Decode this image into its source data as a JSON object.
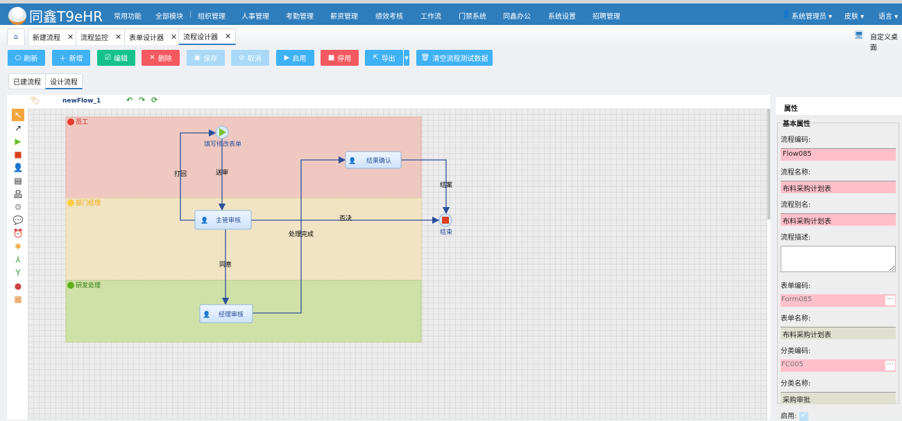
{
  "header": {
    "brand": "同鑫T9eHR",
    "nav": [
      "常用功能",
      "全部模块",
      "组织管理",
      "人事管理",
      "考勤管理",
      "薪资管理",
      "绩效考核",
      "工作流",
      "门禁系统",
      "同鑫办公",
      "系统设置",
      "招聘管理"
    ],
    "user": "系统管理员 ▾",
    "skin": "皮肤 ▾",
    "lang": "语言 ▾",
    "color": "#2e7dbd"
  },
  "tabs": {
    "items": [
      "新建流程",
      "流程监控",
      "表单设计器",
      "流程设计器"
    ],
    "active": "流程设计器",
    "custom_desktop": "自定义桌面"
  },
  "toolbar": {
    "refresh": "刷新",
    "add": "新增",
    "edit": "编辑",
    "delete": "删除",
    "save": "保存",
    "cancel": "取消",
    "enable": "启用",
    "disable": "停用",
    "export": "导出",
    "clear": "清空流程测试数据"
  },
  "subtabs": [
    "已建流程",
    "设计流程"
  ],
  "designer": {
    "flow_name": "newFlow_1",
    "lanes": [
      {
        "name": "员工",
        "color": "#efc5bd"
      },
      {
        "name": "部门经理",
        "color": "#f2e3c0"
      },
      {
        "name": "研发处理",
        "color": "#cde0a0"
      }
    ],
    "nodes": {
      "start": "填写修改表单",
      "supervisor": "主管审核",
      "confirm": "结果确认",
      "manager": "经理审核",
      "end": "结束"
    },
    "edges": {
      "submit": "送审",
      "reject_back": "打回",
      "deny": "否决",
      "agree": "同意",
      "done": "处理完成",
      "close": "结案"
    }
  },
  "properties": {
    "title": "属性",
    "group": "基本属性",
    "flow_code_label": "流程编码:",
    "flow_code": "Flow085",
    "flow_name_label": "流程名称:",
    "flow_name": "布料采购计划表",
    "flow_alias_label": "流程别名:",
    "flow_alias": "布料采购计划表",
    "flow_desc_label": "流程描述:",
    "flow_desc": "",
    "form_code_label": "表单编码:",
    "form_code": "Form085",
    "form_name_label": "表单名称:",
    "form_name": "布料采购计划表",
    "cat_code_label": "分类编码:",
    "cat_code": "FC005",
    "cat_name_label": "分类名称:",
    "cat_name": "采购审批",
    "enabled_label": "启用:",
    "enabled": true,
    "browse": "···"
  }
}
